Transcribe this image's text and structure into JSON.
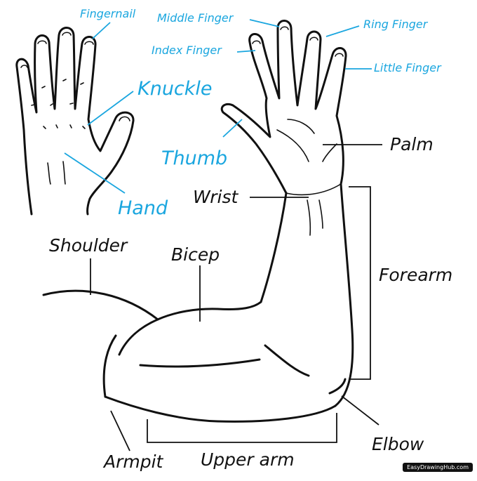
{
  "labels": {
    "fingernail": "Fingernail",
    "middle_finger": "Middle Finger",
    "ring_finger": "Ring Finger",
    "index_finger": "Index Finger",
    "little_finger": "Little Finger",
    "knuckle": "Knuckle",
    "thumb": "Thumb",
    "hand": "Hand",
    "palm": "Palm",
    "wrist": "Wrist",
    "shoulder": "Shoulder",
    "bicep": "Bicep",
    "forearm": "Forearm",
    "elbow": "Elbow",
    "armpit": "Armpit",
    "upper_arm": "Upper arm"
  },
  "watermark": "EasyDrawingHub.com",
  "colors": {
    "ink": "#111111",
    "accent": "#1aa6df",
    "background": "#ffffff"
  }
}
